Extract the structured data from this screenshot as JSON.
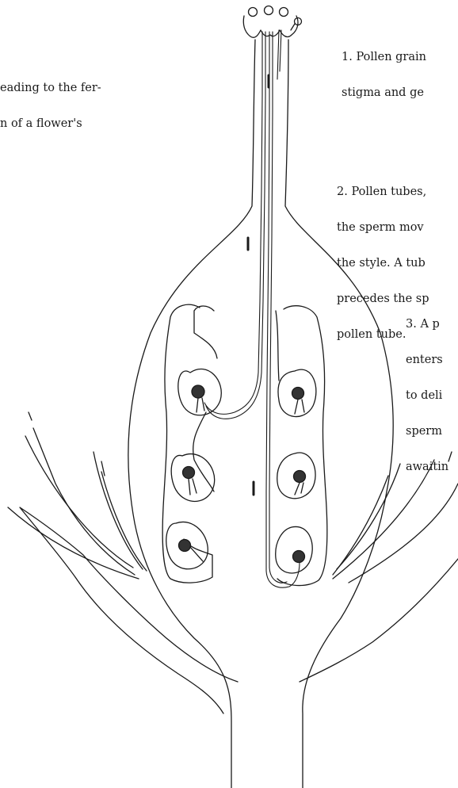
{
  "captions": {
    "intro": [
      "eading to the fer-",
      "n of a flower's"
    ],
    "step1": [
      "1. Pollen grain",
      "stigma and ge"
    ],
    "step2": [
      "2. Pollen tubes,",
      "the sperm mov",
      "the style. A tub",
      "precedes the sp",
      "pollen tube."
    ],
    "step3": [
      "3. A p",
      "enters",
      "to deli",
      "sperm",
      "awaitin"
    ]
  },
  "colors": {
    "ink": "#1a1a1a",
    "highlight": "#203a8f",
    "background": "#ffffff"
  }
}
